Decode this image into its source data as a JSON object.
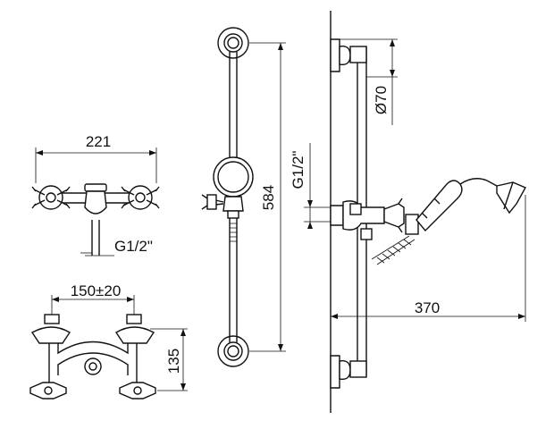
{
  "colors": {
    "line": "#111111",
    "background": "#ffffff"
  },
  "dimensions": {
    "mixer_width": "221",
    "mixer_thread": "G1/2\"",
    "inlet_spacing": "150±20",
    "mixer_height": "135",
    "rail_length": "584",
    "bracket_thread": "G1/2\"",
    "bracket_diameter": "Ø70",
    "projection": "370"
  }
}
